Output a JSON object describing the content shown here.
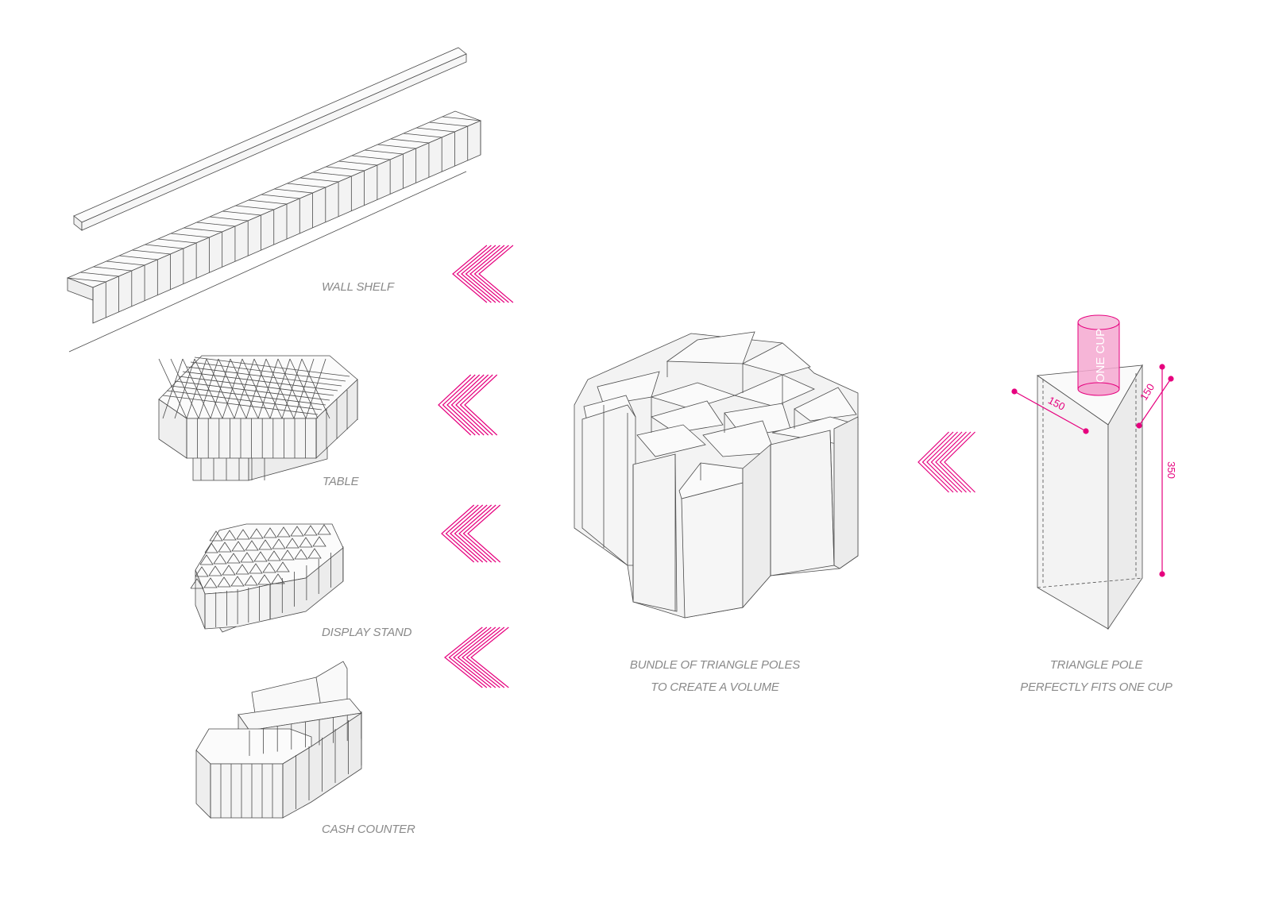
{
  "labels": {
    "wall_shelf": "WALL SHELF",
    "table": "TABLE",
    "display_stand": "DISPLAY STAND",
    "cash_counter": "CASH COUNTER",
    "bundle_line1": "BUNDLE OF TRIANGLE POLES",
    "bundle_line2": "TO CREATE A VOLUME",
    "pole_line1": "TRIANGLE POLE",
    "pole_line2": "PERFECTLY FITS ONE CUP"
  },
  "pole": {
    "cup_text": "ONE CUP",
    "dim_side_a": "150",
    "dim_side_b": "150",
    "dim_height": "350"
  },
  "colors": {
    "accent": "#e6007e",
    "cup_fill": "#f4a8d0",
    "line": "#4a4a4a",
    "face_light": "#f4f4f4",
    "face_top": "#fafafa",
    "label": "#8a8a8a"
  }
}
